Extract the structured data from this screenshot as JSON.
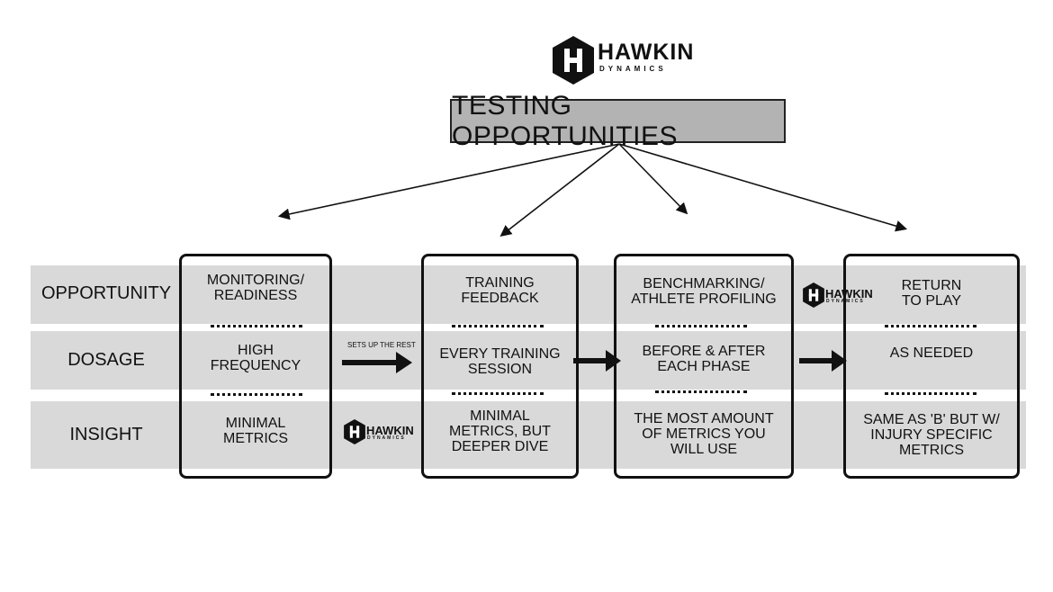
{
  "logo": {
    "name": "HAWKIN",
    "sub": "DYNAMICS"
  },
  "title": "TESTING OPPORTUNITIES",
  "row_labels": [
    "OPPORTUNITY",
    "DOSAGE",
    "INSIGHT"
  ],
  "columns": [
    {
      "opportunity": "MONITORING/\nREADINESS",
      "dosage": "HIGH\nFREQUENCY",
      "insight": "MINIMAL\nMETRICS"
    },
    {
      "opportunity": "TRAINING\nFEEDBACK",
      "dosage": "EVERY TRAINING\nSESSION",
      "insight": "MINIMAL\nMETRICS, BUT\nDEEPER DIVE"
    },
    {
      "opportunity": "BENCHMARKING/\nATHLETE PROFILING",
      "dosage": "BEFORE & AFTER\nEACH PHASE",
      "insight": "THE MOST AMOUNT\nOF METRICS YOU\nWILL USE"
    },
    {
      "opportunity": "RETURN\nTO PLAY",
      "dosage": "AS NEEDED",
      "insight": "SAME AS 'B' BUT W/\nINJURY SPECIFIC\nMETRICS"
    }
  ],
  "arrow_caption": "SETS UP THE REST",
  "colors": {
    "band": "#d9d9d9",
    "title_box": "#b3b3b3",
    "ink": "#111111"
  }
}
